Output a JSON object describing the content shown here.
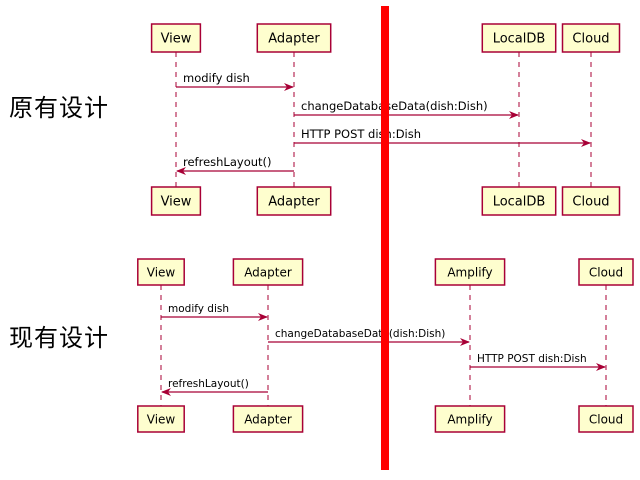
{
  "sections": {
    "old_label": "原有设计",
    "new_label": "现有设计"
  },
  "diagram_old": {
    "participants": [
      {
        "id": "view",
        "name": "View"
      },
      {
        "id": "adapter",
        "name": "Adapter"
      },
      {
        "id": "localdb",
        "name": "LocalDB"
      },
      {
        "id": "cloud",
        "name": "Cloud"
      }
    ],
    "messages": [
      {
        "from": "view",
        "to": "adapter",
        "label": "modify dish"
      },
      {
        "from": "adapter",
        "to": "localdb",
        "label": "changeDatabaseData(dish:Dish)"
      },
      {
        "from": "adapter",
        "to": "cloud",
        "label": "HTTP POST dish:Dish"
      },
      {
        "from": "adapter",
        "to": "view",
        "label": "refreshLayout()"
      }
    ]
  },
  "diagram_new": {
    "participants": [
      {
        "id": "view",
        "name": "View"
      },
      {
        "id": "adapter",
        "name": "Adapter"
      },
      {
        "id": "amplify",
        "name": "Amplify"
      },
      {
        "id": "cloud",
        "name": "Cloud"
      }
    ],
    "messages": [
      {
        "from": "view",
        "to": "adapter",
        "label": "modify dish"
      },
      {
        "from": "adapter",
        "to": "amplify",
        "label": "changeDatabaseData(dish:Dish)"
      },
      {
        "from": "amplify",
        "to": "cloud",
        "label": "HTTP POST dish:Dish"
      },
      {
        "from": "adapter",
        "to": "view",
        "label": "refreshLayout()"
      }
    ]
  },
  "colors": {
    "box_fill": "#FEFECE",
    "box_stroke": "#A80036",
    "arrow": "#A80036",
    "divider": "#FF0000"
  }
}
